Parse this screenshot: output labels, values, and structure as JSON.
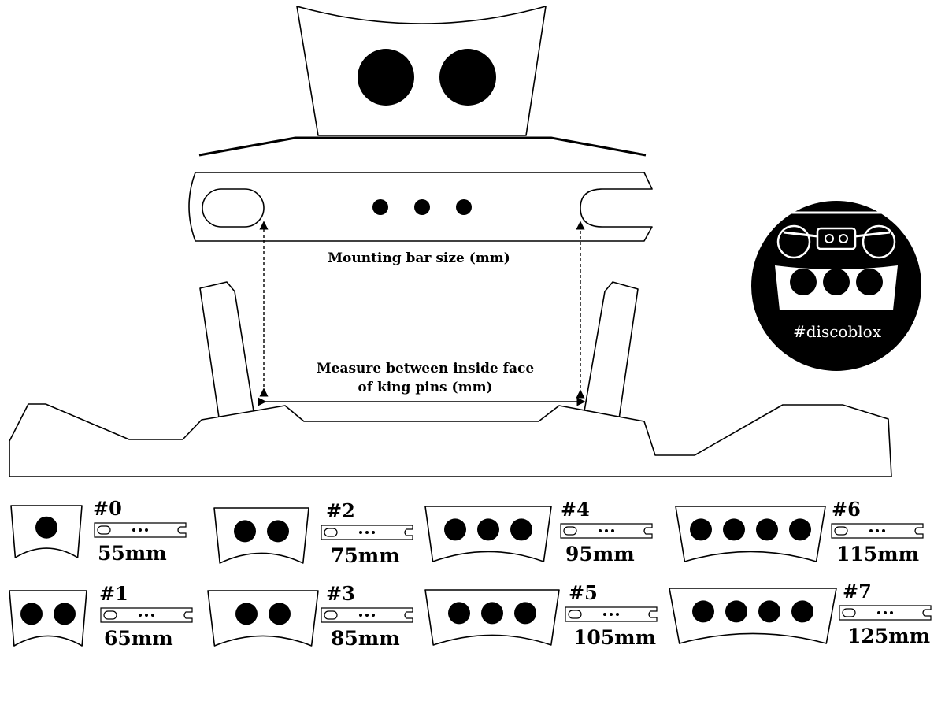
{
  "labels": {
    "mounting_bar": "Mounting bar size (mm)",
    "measure_line1": "Measure between inside face",
    "measure_line2": "of king pins (mm)",
    "logo_text": "#discoblox"
  },
  "sizes": [
    {
      "number": "#0",
      "size": "55mm",
      "holes": 1
    },
    {
      "number": "#1",
      "size": "65mm",
      "holes": 2
    },
    {
      "number": "#2",
      "size": "75mm",
      "holes": 2
    },
    {
      "number": "#3",
      "size": "85mm",
      "holes": 2
    },
    {
      "number": "#4",
      "size": "95mm",
      "holes": 3
    },
    {
      "number": "#5",
      "size": "105mm",
      "holes": 3
    },
    {
      "number": "#6",
      "size": "115mm",
      "holes": 4
    },
    {
      "number": "#7",
      "size": "125mm",
      "holes": 4
    }
  ],
  "colors": {
    "line": "#000000",
    "background": "#ffffff"
  }
}
